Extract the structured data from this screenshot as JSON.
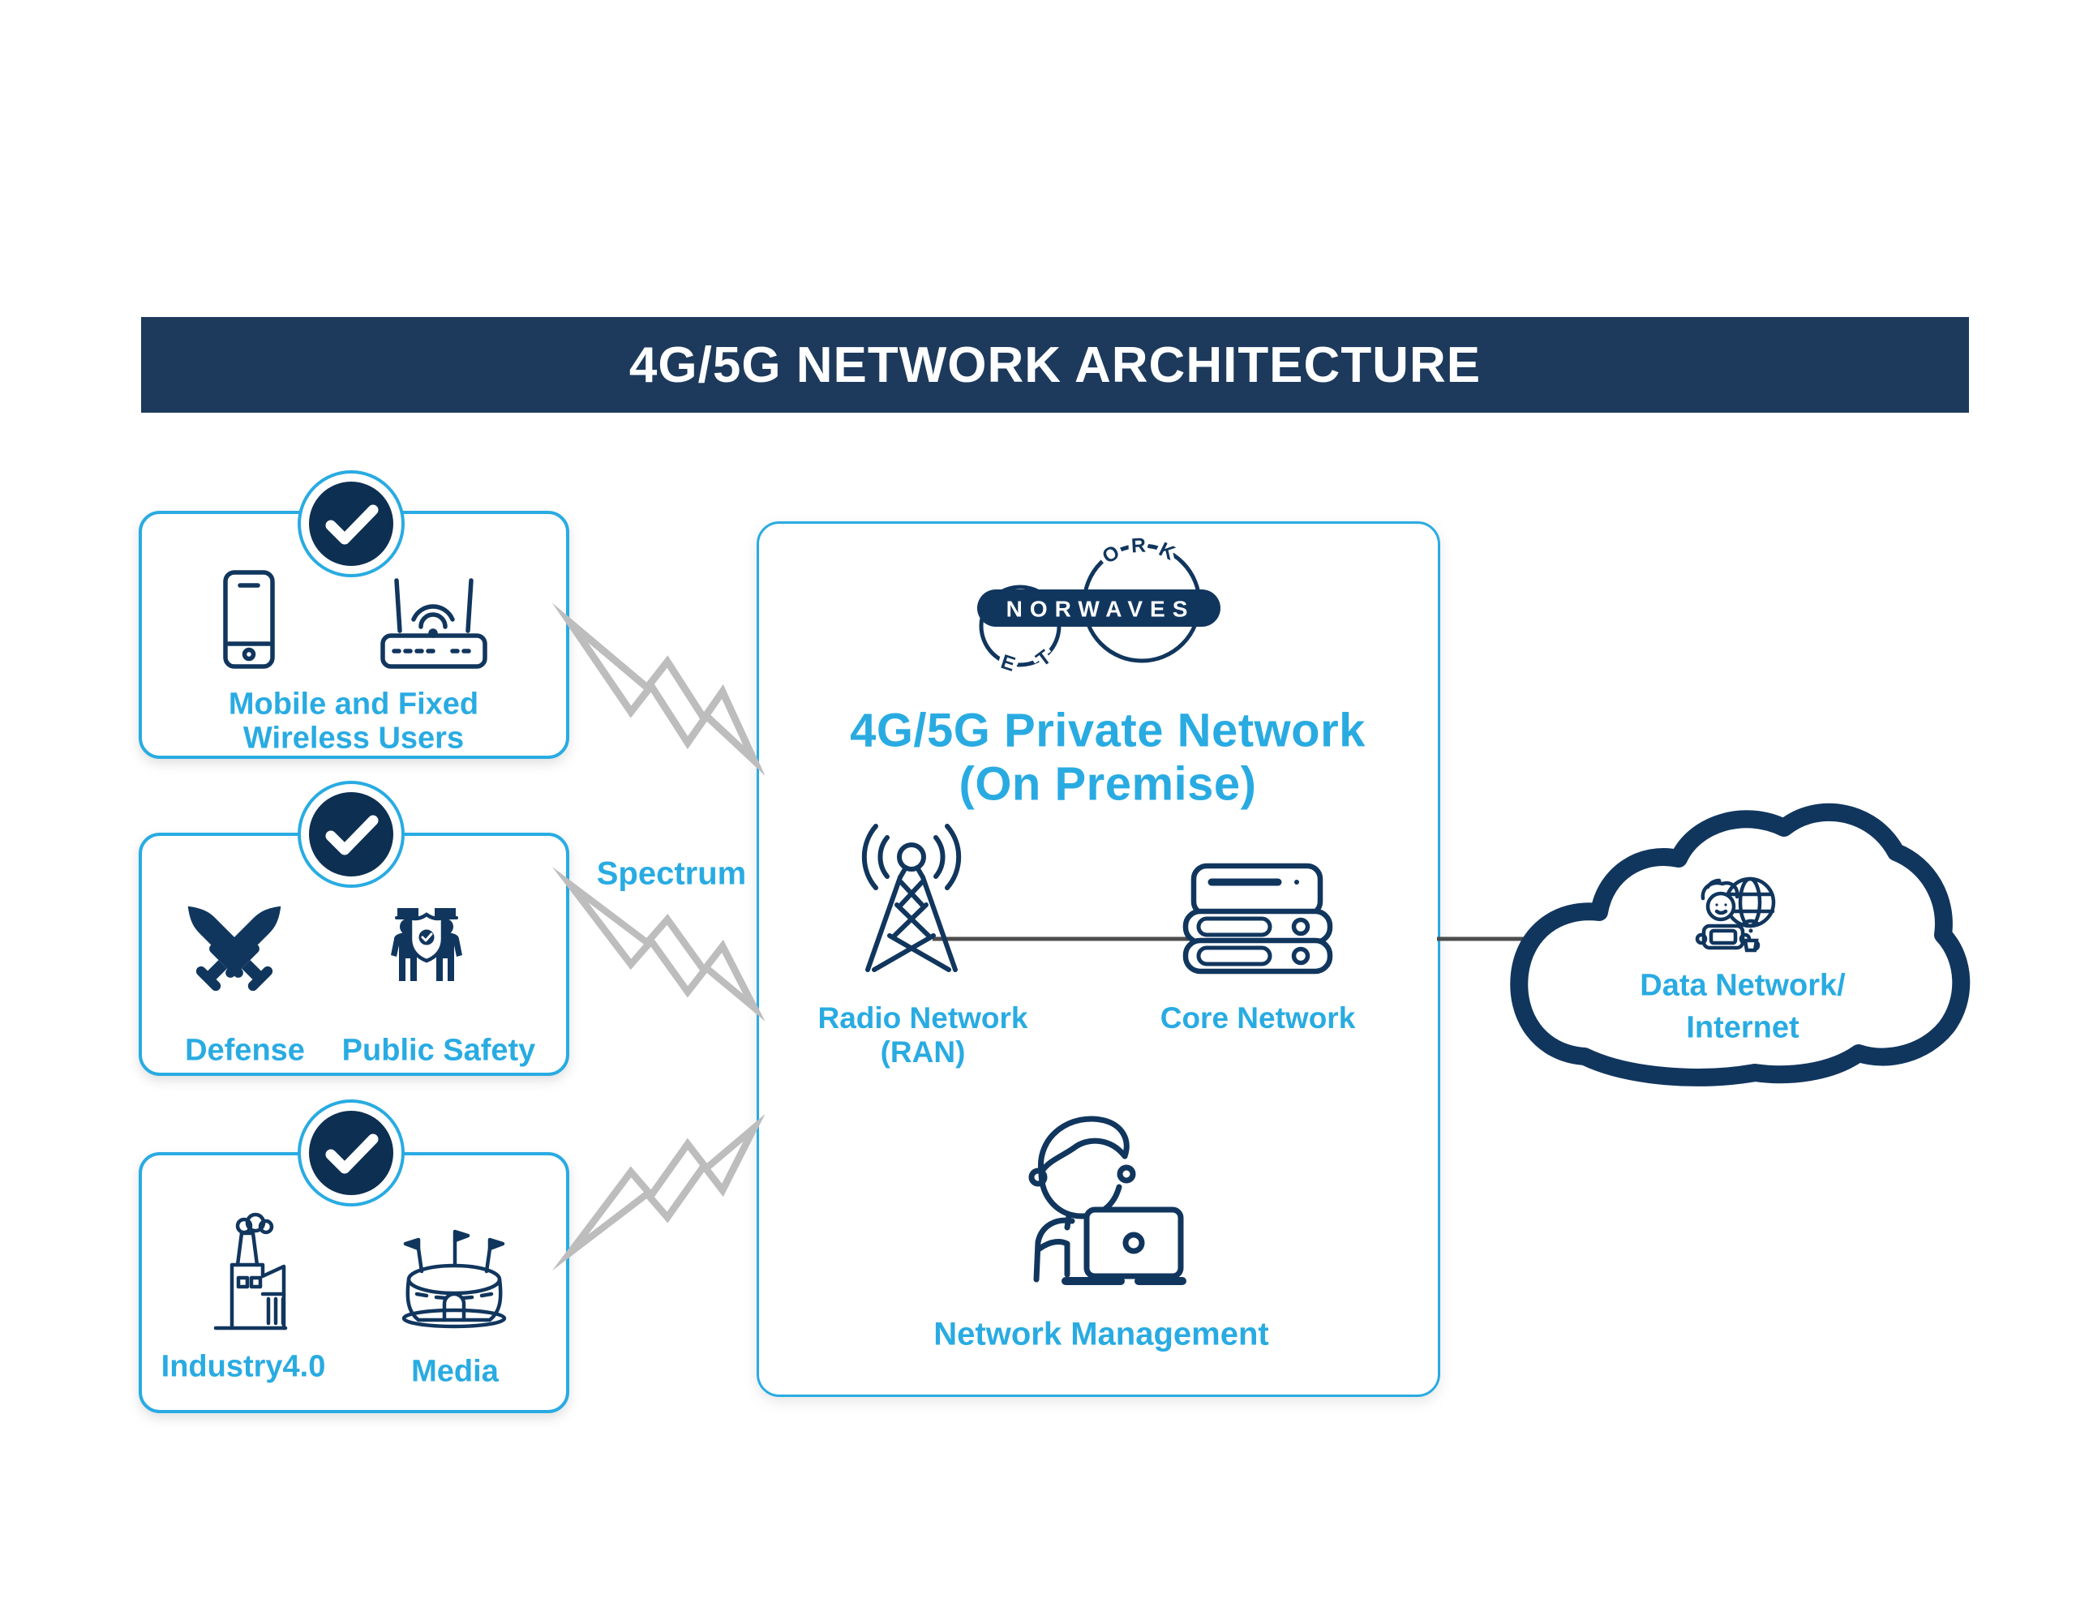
{
  "banner": {
    "title": "4G/5G NETWORK ARCHITECTURE"
  },
  "left_boxes": [
    {
      "name": "mobile-fixed-wireless-users",
      "checked": true,
      "line1": "Mobile and Fixed",
      "line2": "Wireless Users",
      "icons": [
        "smartphone-icon",
        "wifi-router-icon"
      ]
    },
    {
      "name": "defense-public-safety",
      "checked": true,
      "items": [
        {
          "label": "Defense",
          "icon": "crossed-swords-icon"
        },
        {
          "label": "Public Safety",
          "icon": "police-officers-shield-icon"
        }
      ]
    },
    {
      "name": "industry-media",
      "checked": true,
      "items": [
        {
          "label": "Industry4.0",
          "icon": "factory-icon"
        },
        {
          "label": "Media",
          "icon": "stadium-icon"
        }
      ]
    }
  ],
  "spectrum_label": "Spectrum",
  "center_box": {
    "logo": {
      "wordmark": "NORWAVES",
      "arc_letters": [
        "O",
        "R",
        "K",
        "E",
        "T"
      ]
    },
    "title_line1": "4G/5G Private Network",
    "title_line2": "(On Premise)",
    "radio": {
      "label": "Radio Network",
      "sublabel": "(RAN)",
      "icon": "radio-tower-icon"
    },
    "core": {
      "label": "Core Network",
      "icon": "server-stack-icon"
    },
    "management": {
      "label": "Network Management",
      "icon": "person-laptop-icon"
    }
  },
  "cloud": {
    "line1": "Data Network/",
    "line2": "Internet",
    "icon": "internet-user-globe-icon"
  },
  "colors": {
    "navy": "#11365e",
    "banner_navy": "#1d3a5c",
    "accent_blue": "#29abe2",
    "bolt_gray": "#bdbdbd",
    "connector_gray": "#4d4d4d"
  }
}
